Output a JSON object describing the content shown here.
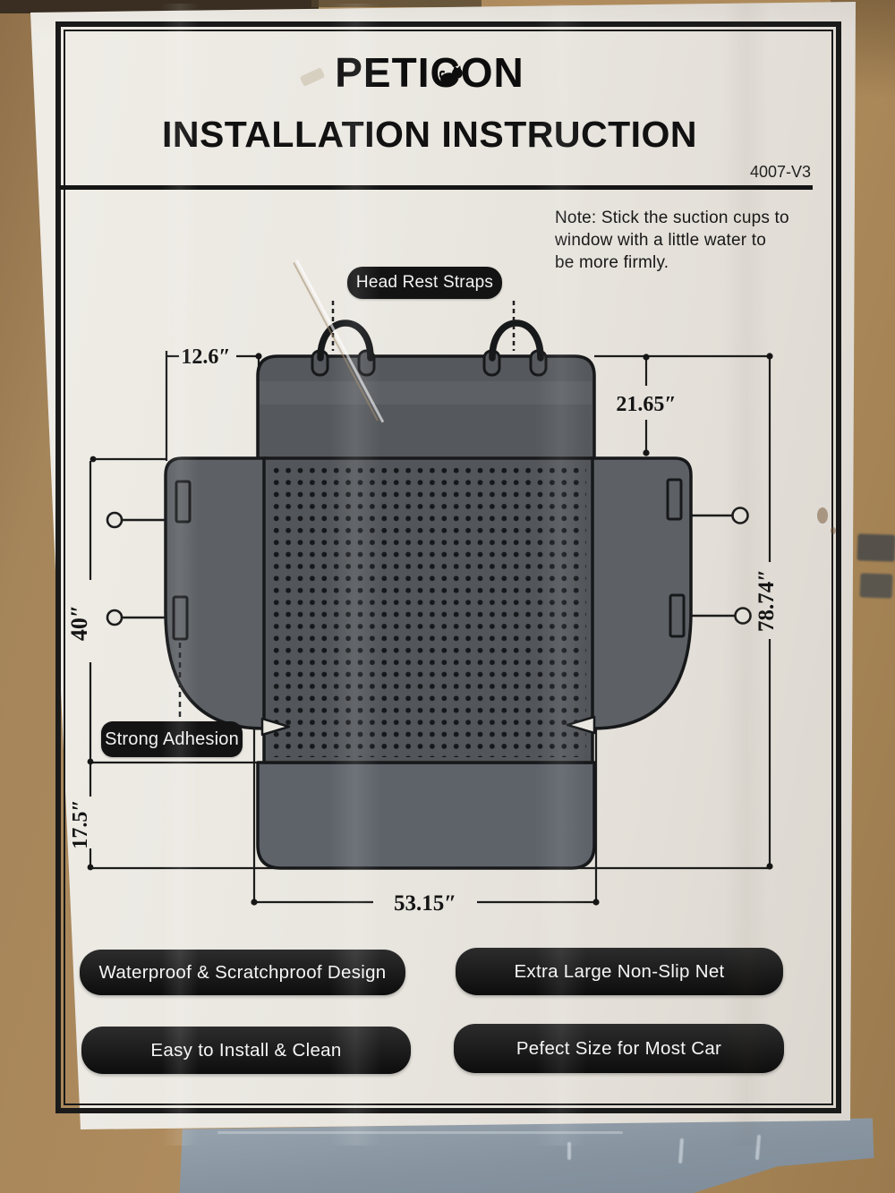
{
  "brand": {
    "name": "PETICON",
    "logo_left": "PETI",
    "logo_c": "C",
    "logo_right": "ON"
  },
  "header": {
    "title": "INSTALLATION INSTRUCTION",
    "version": "4007-V3"
  },
  "note": {
    "lines": [
      "Note: Stick the suction cups to",
      "window with a little water to",
      "be more firmly."
    ]
  },
  "diagram": {
    "callouts": {
      "head_rest_straps": "Head Rest Straps",
      "strong_adhesion": "Strong Adhesion"
    },
    "dimensions": {
      "headrest_flap_width": "12.6″",
      "backrest_height": "21.65″",
      "side_span": "40″",
      "total_length": "78.74″",
      "front_flap_depth": "17.5″",
      "seat_width": "53.15″"
    }
  },
  "features": [
    "Waterproof & Scratchproof Design",
    "Extra Large Non-Slip Net",
    "Easy to Install & Clean",
    "Pefect Size for Most Car"
  ],
  "colors": {
    "paper": "#eae7e1",
    "cardboard": "#ab8a5c",
    "ink": "#151515",
    "cover_gray": "#565a5e",
    "callout_bg": "#131313",
    "pouch_blue_gray": "#8b98a4"
  }
}
